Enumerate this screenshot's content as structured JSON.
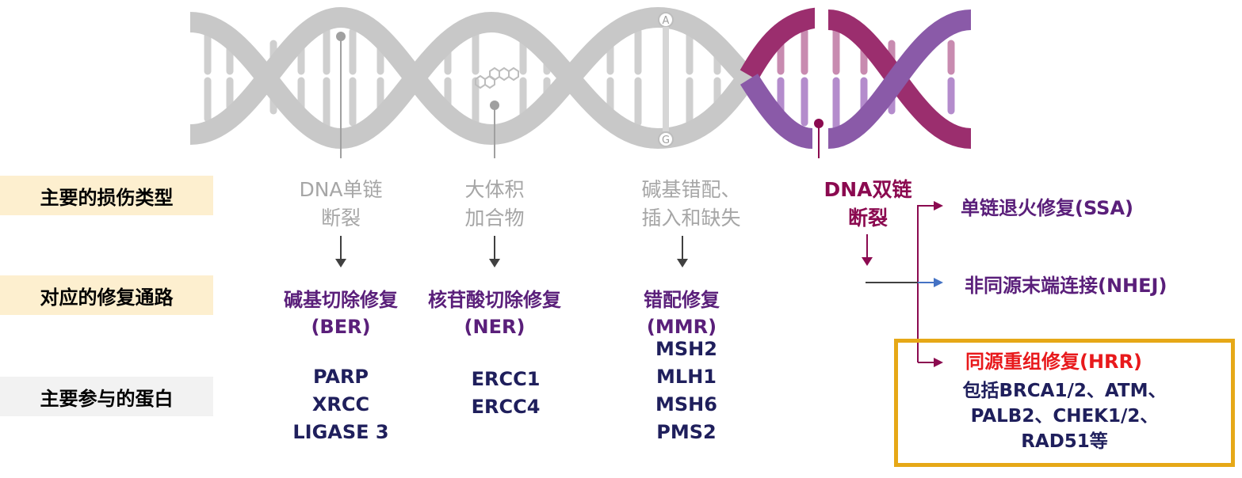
{
  "row_labels": {
    "damage_type": "主要的损伤类型",
    "repair_pathway": "对应的修复通路",
    "proteins": "主要参与的蛋白"
  },
  "dna_labels": {
    "top_base": "A",
    "bottom_base": "G"
  },
  "damage_types": [
    {
      "line1": "DNA单链",
      "line2": "断裂"
    },
    {
      "line1": "大体积",
      "line2": "加合物"
    },
    {
      "line1": "碱基错配、",
      "line2": "插入和缺失"
    },
    {
      "line1": "DNA双链",
      "line2": "断裂"
    }
  ],
  "pathways": [
    {
      "line1": "碱基切除修复",
      "line2": "(BER)"
    },
    {
      "line1": "核苷酸切除修复",
      "line2": "(NER)"
    },
    {
      "line1": "错配修复",
      "line2": "(MMR)"
    }
  ],
  "proteins": [
    [
      "PARP",
      "XRCC",
      "LIGASE 3"
    ],
    [
      "ERCC1",
      "ERCC4"
    ],
    [
      "MSH2",
      "MLH1",
      "MSH6",
      "PMS2"
    ]
  ],
  "dsb_pathways": {
    "ssa": "单链退火修复(SSA)",
    "nhej": "非同源末端连接(NHEJ)",
    "hrr": "同源重组修复(HRR)",
    "hrr_detail": [
      "包括BRCA1/2、ATM、",
      "PALB2、CHEK1/2、",
      "RAD51等"
    ]
  },
  "colors": {
    "row_label_bg_1": "#fdefcf",
    "row_label_bg_2": "#fdefcf",
    "row_label_bg_3": "#f2f2f2",
    "dna_gray": "#c8c8c8",
    "dna_magenta": "#9b2e6e",
    "dna_purple": "#8a5aa8",
    "pathway_text": "#5a1f7a",
    "protein_text": "#1f1f5c",
    "dsb_text": "#8b0a50",
    "hrr_title": "#e8191c",
    "hrr_border": "#e6a817",
    "nhej_arrow": "#4472c4"
  }
}
